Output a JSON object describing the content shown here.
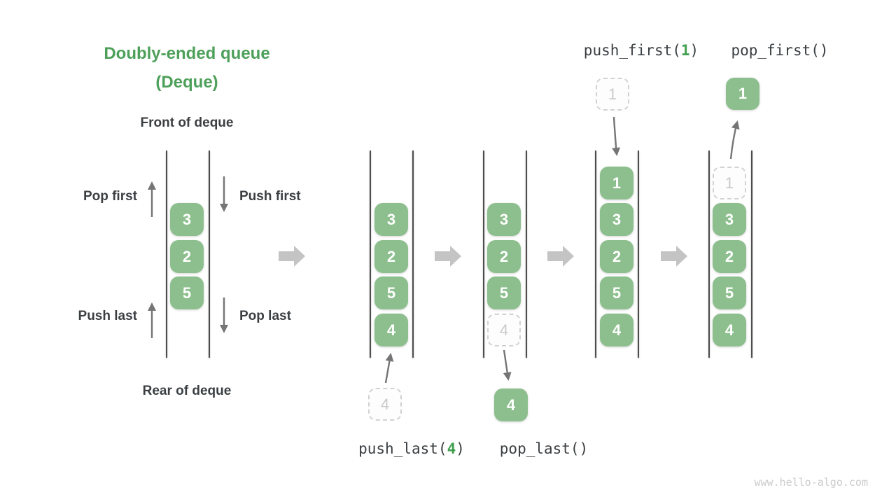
{
  "title": {
    "line1": "Doubly-ended queue",
    "line2": "(Deque)"
  },
  "labels": {
    "front": "Front of deque",
    "rear": "Rear of deque",
    "pop_first": "Pop first",
    "push_first": "Push first",
    "push_last": "Push last",
    "pop_last": "Pop last"
  },
  "ops": {
    "push_last": {
      "prefix": "push_last(",
      "arg": "4",
      "suffix": ")"
    },
    "pop_last": {
      "text": "pop_last()"
    },
    "push_first": {
      "prefix": "push_first(",
      "arg": "1",
      "suffix": ")"
    },
    "pop_first": {
      "text": "pop_first()"
    }
  },
  "queues": {
    "q1": {
      "cells": [
        "3",
        "2",
        "5"
      ]
    },
    "q2": {
      "cells": [
        "3",
        "2",
        "5",
        "4"
      ]
    },
    "q3": {
      "cells": [
        "3",
        "2",
        "5"
      ],
      "ghost": "4"
    },
    "q4": {
      "cells": [
        "1",
        "3",
        "2",
        "5",
        "4"
      ]
    },
    "q5": {
      "ghost": "1",
      "cells": [
        "3",
        "2",
        "5",
        "4"
      ]
    }
  },
  "floating": {
    "push_last_in": "4",
    "pop_last_out": "4",
    "push_first_in": "1",
    "pop_first_out": "1"
  },
  "watermark": "www.hello-algo.com",
  "colors": {
    "title_green": "#4DA05A",
    "box_green": "#8CBF8D",
    "code_arg_green": "#3F9F4D",
    "dark_text": "#3B3F42",
    "small_arrow_gray": "#757575",
    "block_arrow_gray": "#C4C4C4",
    "rail_gray": "#4D4D4D",
    "ghost_gray": "#D2D2D2",
    "watermark_gray": "#CBCBCB"
  }
}
